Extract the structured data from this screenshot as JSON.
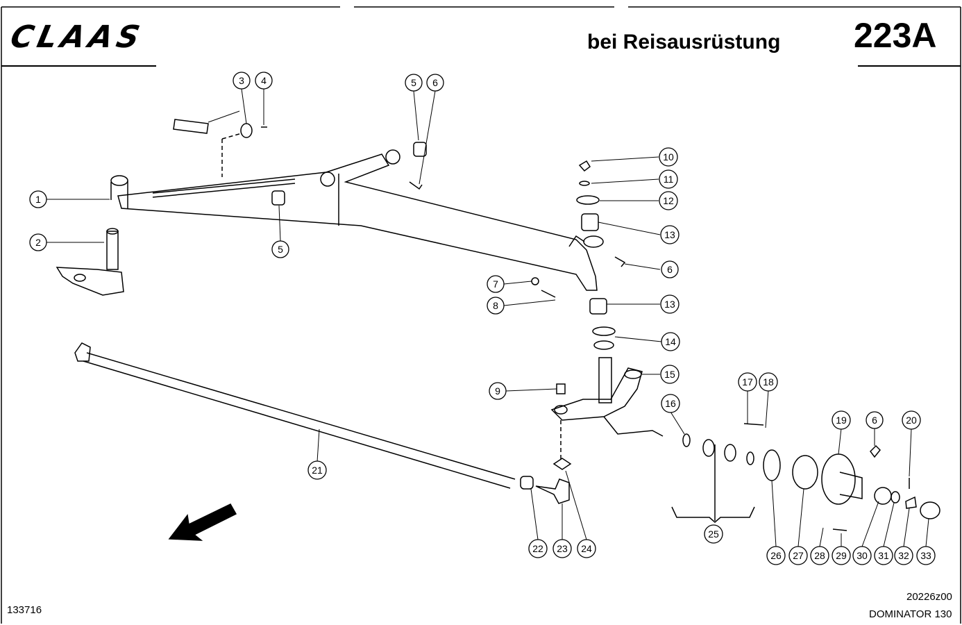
{
  "header": {
    "logo": "CLAAS",
    "title": "bei Reisausrüstung",
    "page_code": "223A"
  },
  "footer": {
    "left_code": "133716",
    "drawing_code": "20226z00",
    "model": "DOMINATOR 130"
  },
  "callouts": {
    "c1": "1",
    "c2": "2",
    "c3": "3",
    "c4": "4",
    "c5a": "5",
    "c6a": "6",
    "c5b": "5",
    "c10": "10",
    "c11": "11",
    "c12": "12",
    "c13a": "13",
    "c6b": "6",
    "c7": "7",
    "c8": "8",
    "c13b": "13",
    "c14": "14",
    "c15": "15",
    "c9": "9",
    "c16": "16",
    "c17": "17",
    "c18": "18",
    "c19": "19",
    "c6c": "6",
    "c20": "20",
    "c21": "21",
    "c25": "25",
    "c22": "22",
    "c23": "23",
    "c24": "24",
    "c26": "26",
    "c27": "27",
    "c28": "28",
    "c29": "29",
    "c30": "30",
    "c31": "31",
    "c32": "32",
    "c33": "33"
  },
  "colors": {
    "ink": "#000000",
    "paper": "#ffffff"
  }
}
